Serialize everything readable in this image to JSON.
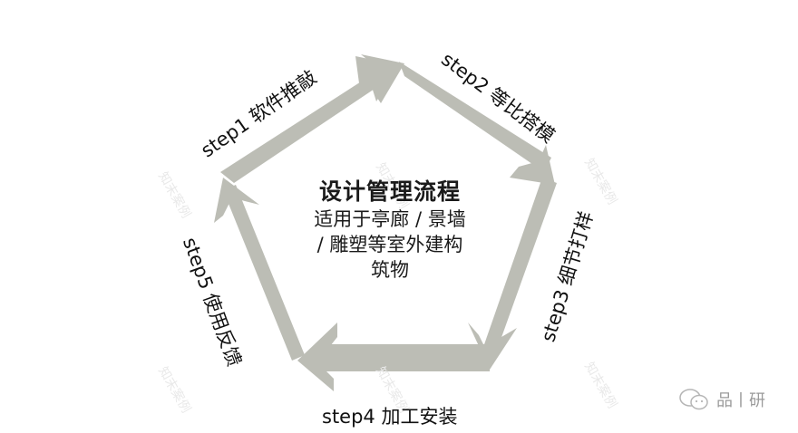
{
  "diagram": {
    "type": "cycle-pentagon",
    "arrow_color": "#bcbdb5",
    "background": "#ffffff",
    "center": {
      "title": "设计管理流程",
      "lines": [
        "适用于亭廊 / 景墙",
        "/ 雕塑等室外建构",
        "筑物"
      ]
    },
    "steps": [
      {
        "label": "step1 软件推敲",
        "position": "upper-left edge"
      },
      {
        "label": "step2 等比搭模",
        "position": "upper-right edge"
      },
      {
        "label": "step3 细节打样",
        "position": "right edge"
      },
      {
        "label": "step4 加工安装",
        "position": "bottom edge"
      },
      {
        "label": "step5 使用反馈",
        "position": "left edge"
      }
    ],
    "watermark_text": "知末案例",
    "brand": {
      "icon": "wechat-icon",
      "text": "品丨研"
    }
  }
}
